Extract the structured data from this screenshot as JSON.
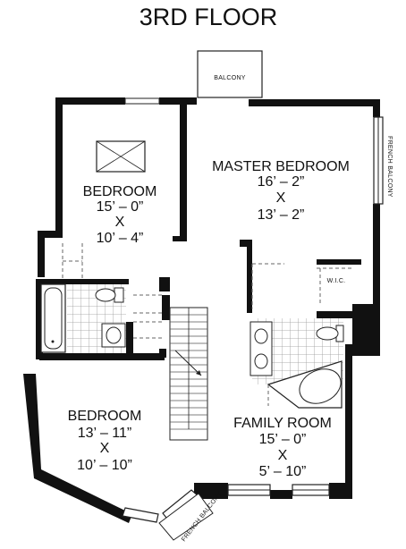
{
  "title": "3RD FLOOR",
  "balcony": "BALCONY",
  "french_balcony": "FRENCH BALCONY",
  "wic": "W.I.C.",
  "rooms": {
    "master": {
      "name": "MASTER BEDROOM",
      "dim1": "16’ – 2”",
      "x": "X",
      "dim2": "13’ – 2”"
    },
    "bedroom1": {
      "name": "BEDROOM",
      "dim1": "15’ – 0”",
      "x": "X",
      "dim2": "10’ – 4”"
    },
    "bedroom2": {
      "name": "BEDROOM",
      "dim1": "13’ – 11”",
      "x": "X",
      "dim2": "10’ – 10”"
    },
    "family": {
      "name": "FAMILY ROOM",
      "dim1": "15’ – 0”",
      "x": "X",
      "dim2": "5’ – 10”"
    }
  }
}
